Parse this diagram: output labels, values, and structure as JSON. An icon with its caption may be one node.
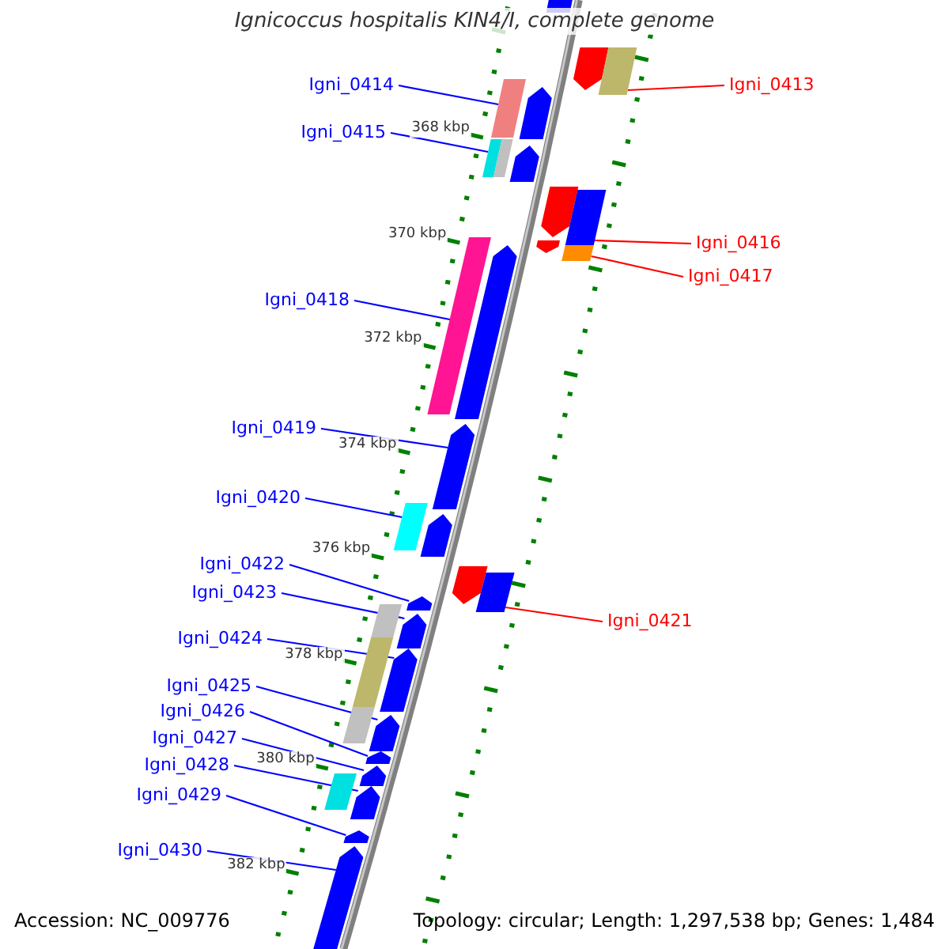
{
  "diagram": {
    "title": "Ignicoccus hospitalis KIN4/I, complete genome",
    "nodes": [
      {
        "text": [
          "Igni_0413"
        ]
      },
      {
        "text": [
          "Igni_0414"
        ]
      },
      {
        "text": [
          "Igni_0415"
        ]
      },
      {
        "text": [
          "Igni_0416"
        ]
      },
      {
        "text": [
          "Igni_0417"
        ]
      },
      {
        "text": [
          "Igni_0418"
        ]
      },
      {
        "text": [
          "Igni_0419"
        ]
      },
      {
        "text": [
          "Igni_0420"
        ]
      },
      {
        "text": [
          "Igni_0421"
        ]
      },
      {
        "text": [
          "Igni_0422"
        ]
      },
      {
        "text": [
          "Igni_0423"
        ]
      },
      {
        "text": [
          "Igni_0424"
        ]
      },
      {
        "text": [
          "Igni_0425"
        ]
      },
      {
        "text": [
          "Igni_0426"
        ]
      },
      {
        "text": [
          "Igni_0427"
        ]
      },
      {
        "text": [
          "Igni_0428"
        ]
      },
      {
        "text": [
          "Igni_0429"
        ]
      },
      {
        "text": [
          "Igni_0430"
        ]
      },
      {
        "text": [],
        "shape": "bar"
      },
      {
        "text": [],
        "shape": "arrow"
      },
      {
        "text": [],
        "shape": "bar"
      },
      {
        "text": [],
        "shape": "bar"
      },
      {
        "text": [],
        "shape": "arrow"
      },
      {
        "text": [],
        "shape": "bar"
      },
      {
        "text": [],
        "shape": "arrow"
      },
      {
        "text": [],
        "shape": "arrow"
      },
      {
        "text": [],
        "shape": "bar"
      },
      {
        "text": [],
        "shape": "bar"
      },
      {
        "text": [],
        "shape": "arrow"
      },
      {
        "text": [],
        "shape": "bar"
      },
      {
        "text": [],
        "shape": "arrow"
      },
      {
        "text": [],
        "shape": "arrow"
      },
      {
        "text": [],
        "shape": "bar"
      },
      {
        "text": [],
        "shape": "arrow"
      },
      {
        "text": [],
        "shape": "arrow"
      },
      {
        "text": [],
        "shape": "bar"
      },
      {
        "text": [],
        "shape": "arrow"
      },
      {
        "text": [],
        "shape": "bar"
      },
      {
        "text": [],
        "shape": "arrow"
      },
      {
        "text": [],
        "shape": "arrow"
      },
      {
        "text": [],
        "shape": "arrow"
      },
      {
        "text": [],
        "shape": "arrow"
      },
      {
        "text": [],
        "shape": "arrow"
      },
      {
        "text": [],
        "shape": "bar"
      },
      {
        "text": [],
        "shape": "arrow"
      },
      {
        "text": [],
        "shape": "arrow"
      },
      {
        "text": [],
        "shape": "arrow"
      }
    ],
    "edges": [
      {
        "from": 0,
        "to": 20,
        "arrow": "none",
        "color": "#ff0000"
      },
      {
        "from": 1,
        "to": 21,
        "arrow": "none"
      },
      {
        "from": 2,
        "to": 23,
        "arrow": "none"
      },
      {
        "from": 3,
        "to": 26,
        "arrow": "none",
        "color": "#ff0000"
      },
      {
        "from": 4,
        "to": 29,
        "arrow": "none",
        "color": "#ff0000"
      },
      {
        "from": 5,
        "to": 27,
        "arrow": "none"
      },
      {
        "from": 6,
        "to": 31,
        "arrow": "none"
      },
      {
        "from": 7,
        "to": 32,
        "arrow": "none"
      },
      {
        "from": 8,
        "to": 35,
        "arrow": "none",
        "color": "#ff0000"
      },
      {
        "from": 9,
        "to": 36,
        "arrow": "none"
      },
      {
        "from": 10,
        "to": 38,
        "arrow": "none"
      },
      {
        "from": 11,
        "to": 39,
        "arrow": "none"
      },
      {
        "from": 12,
        "to": 40,
        "arrow": "none"
      },
      {
        "from": 13,
        "to": 41,
        "arrow": "none"
      },
      {
        "from": 14,
        "to": 42,
        "arrow": "none"
      },
      {
        "from": 15,
        "to": 44,
        "arrow": "none"
      },
      {
        "from": 16,
        "to": 45,
        "arrow": "none"
      },
      {
        "from": 17,
        "to": 46,
        "arrow": "none"
      }
    ],
    "labels": [
      "368 kbp",
      "370 kbp",
      "372 kbp",
      "374 kbp",
      "376 kbp",
      "378 kbp",
      "380 kbp",
      "382 kbp",
      "Accession: NC_009776",
      "Topology: circular; Length: 1,297,538 bp; Genes: 1,484"
    ]
  }
}
